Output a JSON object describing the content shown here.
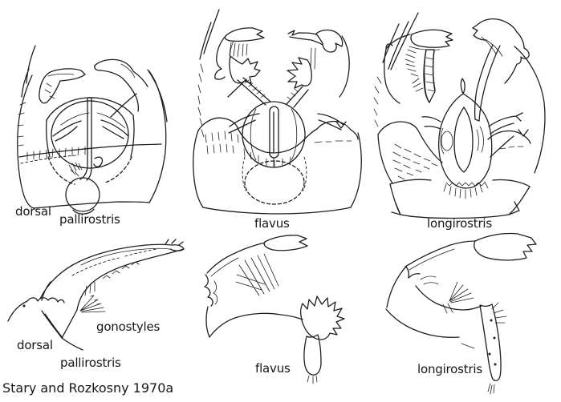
{
  "labels": {
    "top_row": {
      "view": "dorsal",
      "species_1": "pallirostris",
      "species_2": "flavus",
      "species_3": "longirostris"
    },
    "bottom_row": {
      "view": "dorsal",
      "structure": "gonostyles",
      "species_1": "pallirostris",
      "species_2": "flavus",
      "species_3": "longirostris"
    },
    "citation": "Stary and Rozkosny 1970a"
  },
  "panels": [
    {
      "position": "top-left",
      "species": "pallirostris",
      "view": "dorsal",
      "content": "male terminalia, dorsal view line drawing"
    },
    {
      "position": "top-middle",
      "species": "flavus",
      "view": "dorsal",
      "content": "male terminalia, dorsal view line drawing"
    },
    {
      "position": "top-right",
      "species": "longirostris",
      "view": "dorsal",
      "content": "male terminalia, dorsal view line drawing"
    },
    {
      "position": "bottom-left",
      "species": "pallirostris",
      "view": "dorsal",
      "content": "gonostyle, lateral detail line drawing"
    },
    {
      "position": "bottom-middle",
      "species": "flavus",
      "view": "dorsal",
      "content": "gonostyle, lateral detail line drawing"
    },
    {
      "position": "bottom-right",
      "species": "longirostris",
      "view": "dorsal",
      "content": "gonostyle, lateral detail line drawing"
    }
  ],
  "colors": {
    "ink": "#1e1e1e",
    "background": "#ffffff"
  }
}
